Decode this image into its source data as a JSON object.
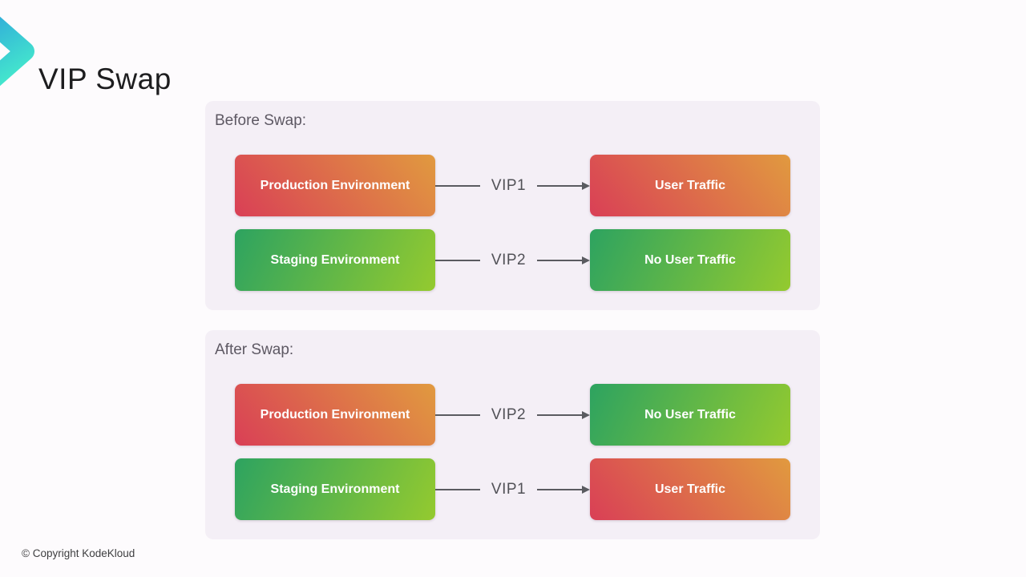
{
  "page": {
    "title": "VIP Swap",
    "copyright": "© Copyright KodeKloud"
  },
  "logo": {
    "name": "kodekloud-chevron-logo",
    "gradient_top": "#2fa9da",
    "gradient_bottom": "#44e6cd"
  },
  "panels": [
    {
      "heading": "Before Swap:",
      "rows": [
        {
          "source": "Production Environment",
          "source_variant": "red",
          "vip": "VIP1",
          "target": "User Traffic",
          "target_variant": "red"
        },
        {
          "source": "Staging Environment",
          "source_variant": "green",
          "vip": "VIP2",
          "target": "No User Traffic",
          "target_variant": "green"
        }
      ]
    },
    {
      "heading": "After Swap:",
      "rows": [
        {
          "source": "Production Environment",
          "source_variant": "red",
          "vip": "VIP2",
          "target": "No User Traffic",
          "target_variant": "green"
        },
        {
          "source": "Staging Environment",
          "source_variant": "green",
          "vip": "VIP1",
          "target": "User Traffic",
          "target_variant": "red"
        }
      ]
    }
  ],
  "colors": {
    "page_background": "#fdfbfd",
    "panel_background": "#f4eff6",
    "red_gradient_start": "#d93f56",
    "red_gradient_end": "#e19a3f",
    "green_gradient_start": "#2da360",
    "green_gradient_end": "#94ca2f",
    "connector": "#5a5b60",
    "heading_text": "#5d5863",
    "title_text": "#1d1d1f"
  }
}
